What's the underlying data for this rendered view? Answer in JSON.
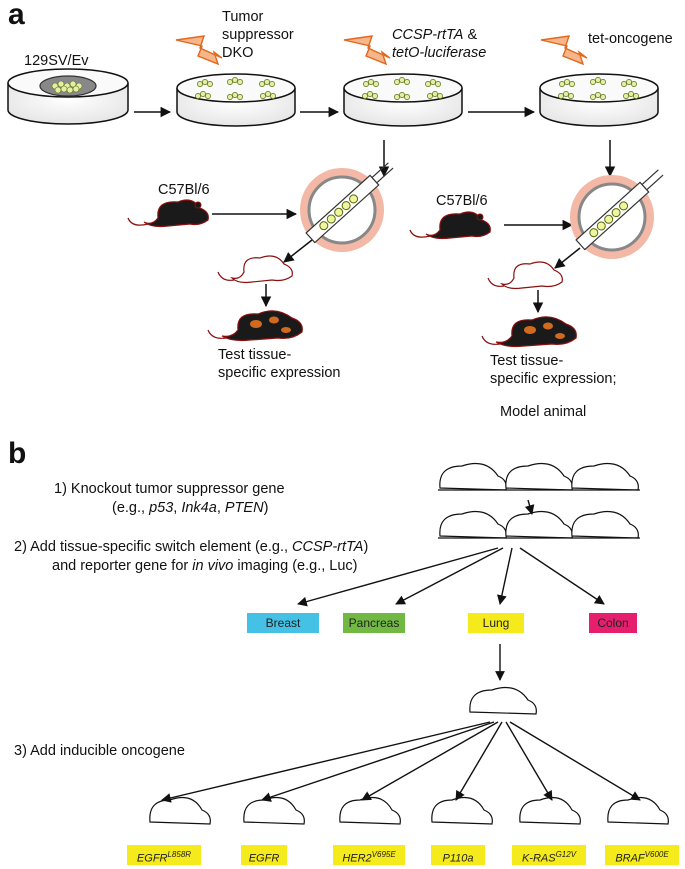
{
  "panels": {
    "a": "a",
    "b": "b"
  },
  "panel_a": {
    "strain_129": "129SV/Ev",
    "tumor_suppressor_line1": "Tumor",
    "tumor_suppressor_line2": "suppressor",
    "tumor_suppressor_line3": "DKO",
    "ccsp_rtta": "CCSP-rtTA",
    "amp": " &",
    "teto_luciferase": "tetO-luciferase",
    "tet_oncogene": "tet-oncogene",
    "host_left": "C57Bl/6",
    "host_right": "C57Bl/6",
    "test_left_line1": "Test tissue-",
    "test_left_line2": "specific expression",
    "test_right_line1": "Test tissue-",
    "test_right_line2": "specific expression;",
    "model_animal": "Model animal"
  },
  "panel_b": {
    "step1_line1": "1) Knockout tumor suppressor gene",
    "step1_eg": "(e.g., ",
    "gene_p53": "p53",
    "sep": ", ",
    "gene_ink4a": "Ink4a",
    "gene_pten": "PTEN",
    "close_paren": ")",
    "step2_prefix": "2) Add tissue-specific switch element (e.g., ",
    "step2_ccsp": "CCSP-rtTA",
    "step2_paren": ")",
    "step2_line2_prefix": "and reporter gene for ",
    "step2_invivo": "in vivo",
    "step2_line2_suffix": " imaging (e.g., Luc)",
    "step3": "3) Add inducible oncogene",
    "tissues": [
      {
        "label": "Breast",
        "color": "#45c1e6"
      },
      {
        "label": "Pancreas",
        "color": "#72b944"
      },
      {
        "label": "Lung",
        "color": "#f5ea1c"
      },
      {
        "label": "Colon",
        "color": "#e51e6e"
      }
    ],
    "oncogenes": [
      {
        "name": "EGFR",
        "sup": "L858R"
      },
      {
        "name": "EGFR",
        "sup": ""
      },
      {
        "name": "HER2",
        "sup": "V695E"
      },
      {
        "name": "P110a",
        "sup": ""
      },
      {
        "name": "K-RAS",
        "sup": "G12V"
      },
      {
        "name": "BRAF",
        "sup": "V600E"
      }
    ],
    "oncogene_box_color": "#f5ea1c"
  }
}
